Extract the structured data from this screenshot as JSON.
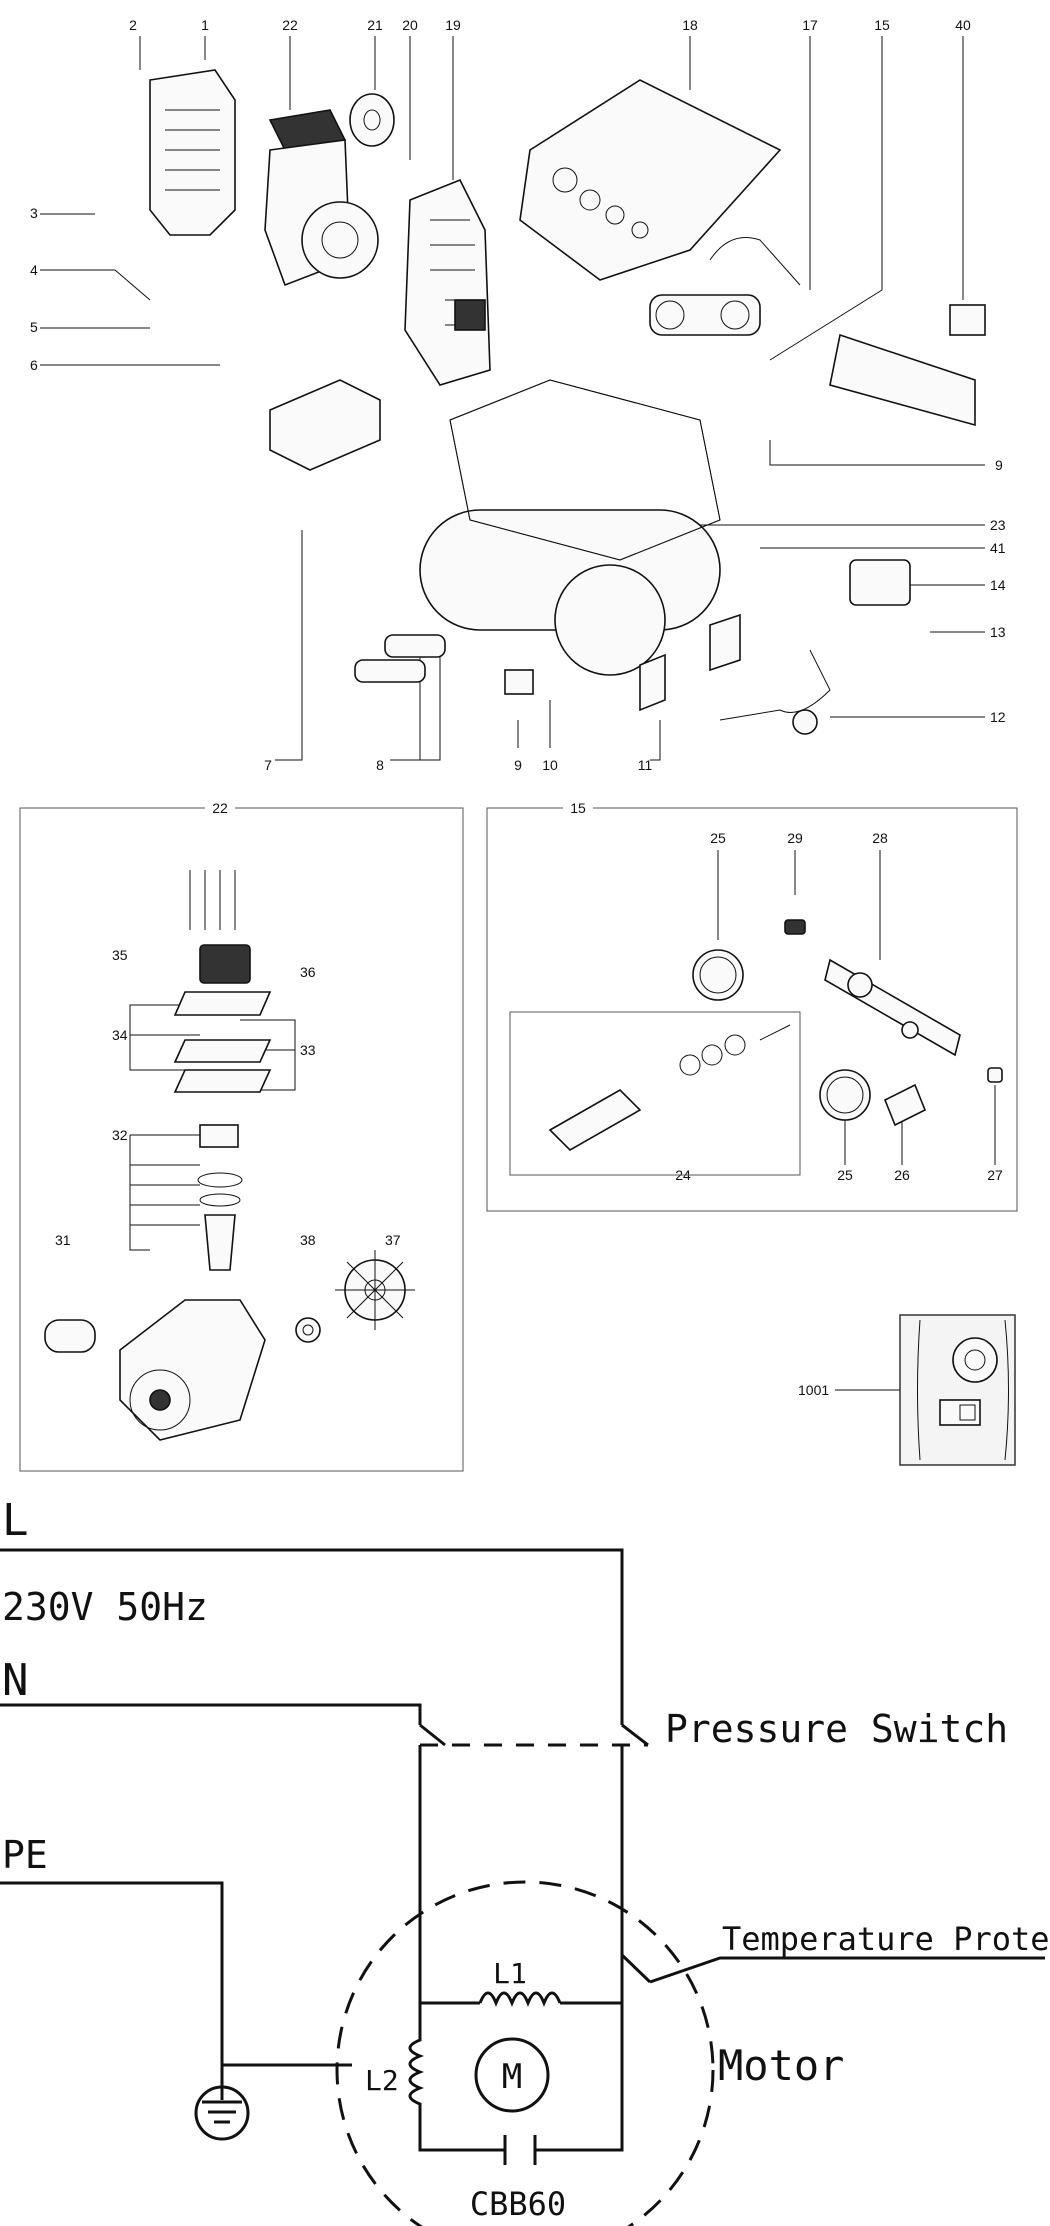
{
  "exploded_view": {
    "top_labels": [
      "2",
      "1",
      "22",
      "21",
      "20",
      "19",
      "18",
      "17",
      "15",
      "40"
    ],
    "left_labels": [
      "3",
      "4",
      "5",
      "6"
    ],
    "right_labels": [
      "9",
      "23",
      "41",
      "14",
      "13",
      "12"
    ],
    "bottom_labels": [
      "7",
      "8",
      "9",
      "10",
      "11"
    ]
  },
  "detail_22": {
    "title": "22",
    "labels": [
      "35",
      "36",
      "34",
      "33",
      "32",
      "31",
      "38",
      "37"
    ]
  },
  "detail_15": {
    "title": "15",
    "labels": [
      "25",
      "29",
      "28",
      "24",
      "25",
      "26",
      "27"
    ]
  },
  "detail_1001": {
    "label": "1001"
  },
  "wiring": {
    "line_label": "L",
    "supply_label": "230V  50Hz",
    "neutral_label": "N",
    "earth_label": "PE",
    "pressure_switch_label": "Pressure Switch",
    "temp_protector_label": "Temperature Protector",
    "motor_label": "Motor",
    "motor_symbol": "M",
    "winding_l1": "L1",
    "winding_l2": "L2",
    "capacitor_label": "CBB60"
  }
}
